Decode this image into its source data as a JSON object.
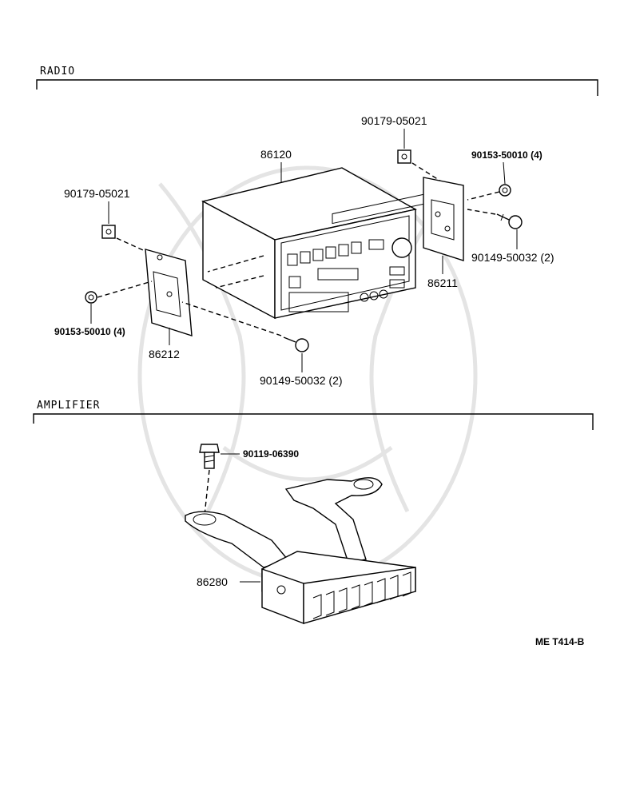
{
  "sections": {
    "radio": "RADIO",
    "amplifier": "AMPLIFIER"
  },
  "parts": {
    "radio_unit": "86120",
    "clip_top": "90179-05021",
    "clip_left": "90179-05021",
    "nut_right": "90153-50010 (4)",
    "screw_right": "90149-50032 (2)",
    "bracket_right": "86211",
    "nut_left": "90153-50010 (4)",
    "bracket_left": "86212",
    "screw_bottom": "90149-50032 (2)",
    "amp_bolt": "90119-06390",
    "amplifier": "86280"
  },
  "footer": {
    "code": "ME T414-B"
  }
}
